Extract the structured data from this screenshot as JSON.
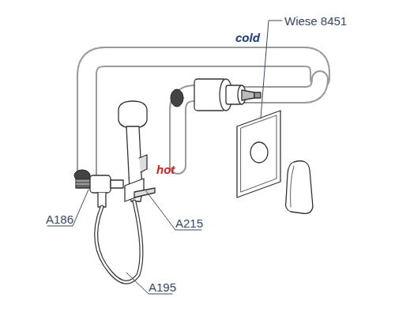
{
  "diagram": {
    "labels": [
      "Wiese 8451",
      "cold",
      "hot",
      "A186",
      "A215",
      "A195"
    ]
  }
}
